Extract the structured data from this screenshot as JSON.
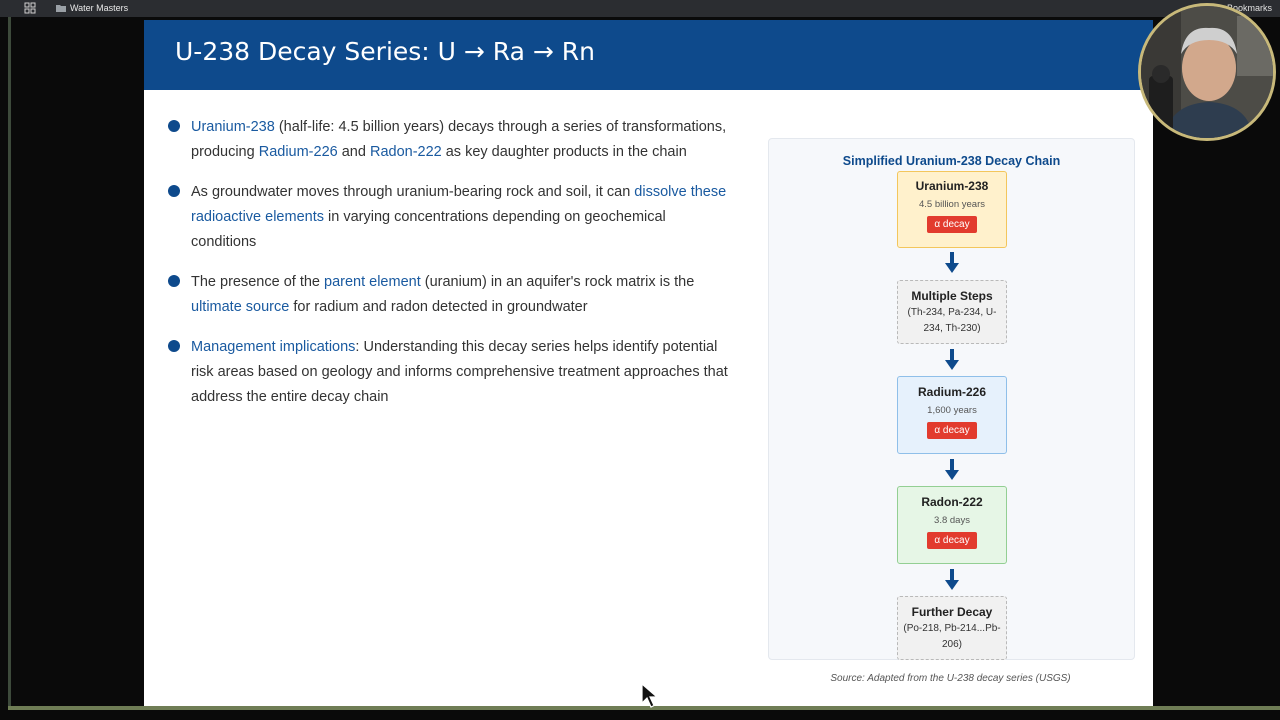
{
  "browser": {
    "bookmark_item": "Water Masters",
    "bookmarks_label": "Bookmarks"
  },
  "slide": {
    "title": "U-238 Decay Series: U → Ra → Rn",
    "bullets": [
      {
        "parts": [
          {
            "text": "Uranium-238",
            "hl": true
          },
          {
            "text": " (half-life: 4.5 billion years) decays through a series of transformations, producing ",
            "hl": false
          },
          {
            "text": "Radium-226",
            "hl": true
          },
          {
            "text": " and ",
            "hl": false
          },
          {
            "text": "Radon-222",
            "hl": true
          },
          {
            "text": " as key daughter products in the chain",
            "hl": false
          }
        ]
      },
      {
        "parts": [
          {
            "text": "As groundwater moves through uranium-bearing rock and soil, it can ",
            "hl": false
          },
          {
            "text": "dissolve these radioactive elements",
            "hl": true
          },
          {
            "text": " in varying concentrations depending on geochemical conditions",
            "hl": false
          }
        ]
      },
      {
        "parts": [
          {
            "text": "The presence of the ",
            "hl": false
          },
          {
            "text": "parent element",
            "hl": true
          },
          {
            "text": " (uranium) in an aquifer's rock matrix is the ",
            "hl": false
          },
          {
            "text": "ultimate source",
            "hl": true
          },
          {
            "text": " for radium and radon detected in groundwater",
            "hl": false
          }
        ]
      },
      {
        "parts": [
          {
            "text": "Management implications",
            "hl": true
          },
          {
            "text": ": Understanding this decay series helps identify potential risk areas based on geology and informs comprehensive treatment approaches that address the entire decay chain",
            "hl": false
          }
        ]
      }
    ],
    "chain": {
      "title": "Simplified Uranium-238 Decay Chain",
      "nodes": {
        "uranium": {
          "name": "Uranium-238",
          "life": "4.5 billion years",
          "badge": "α decay"
        },
        "steps": {
          "name": "Multiple Steps",
          "detail": "(Th-234, Pa-234, U-234, Th-230)"
        },
        "radium": {
          "name": "Radium-226",
          "life": "1,600 years",
          "badge": "α decay"
        },
        "radon": {
          "name": "Radon-222",
          "life": "3.8 days",
          "badge": "α decay"
        },
        "further": {
          "name": "Further Decay",
          "detail": "(Po-218, Pb-214...Pb-206)"
        }
      }
    },
    "source": "Source: Adapted from the U-238 decay series (USGS)"
  },
  "colors": {
    "header_blue": "#0e4a8c",
    "highlight_blue": "#1a5aa0",
    "badge_red": "#e23b2e"
  }
}
